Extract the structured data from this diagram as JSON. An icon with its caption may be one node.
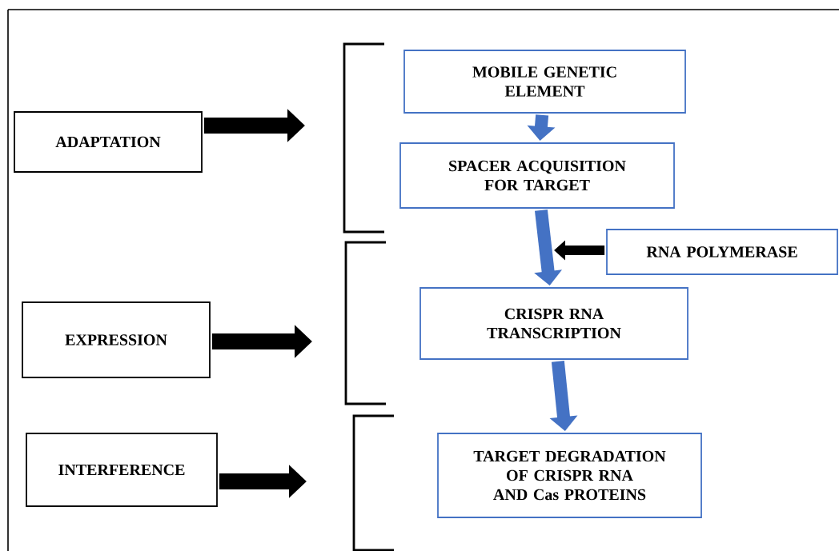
{
  "diagram": {
    "nodes": [
      {
        "text": [
          "ADAPTATION"
        ]
      },
      {
        "text": [
          "EXPRESSION"
        ]
      },
      {
        "text": [
          "INTERFERENCE"
        ]
      },
      {
        "text": [
          "MOBILE GENETIC ELEMENT"
        ]
      },
      {
        "text": [
          "SPACER ACQUISITION FOR TARGET"
        ]
      },
      {
        "text": [
          "RNA POLYMERASE"
        ]
      },
      {
        "text": [
          "CRISPR RNA TRANSCRIPTION"
        ]
      },
      {
        "text": [
          "TARGET DEGRADATION OF CRISPR RNA AND Cas PROTEINS"
        ]
      }
    ],
    "edges": [
      {
        "from": 0,
        "to": null,
        "arrow": "to"
      },
      {
        "from": 1,
        "to": null,
        "arrow": "to"
      },
      {
        "from": 2,
        "to": null,
        "arrow": "to"
      },
      {
        "from": 3,
        "to": 4,
        "arrow": "to",
        "color": "#4472c4"
      },
      {
        "from": 4,
        "to": 6,
        "arrow": "to",
        "color": "#4472c4"
      },
      {
        "from": 5,
        "to": null,
        "arrow": "to"
      },
      {
        "from": 6,
        "to": 7,
        "arrow": "to",
        "color": "#4472c4"
      }
    ]
  }
}
